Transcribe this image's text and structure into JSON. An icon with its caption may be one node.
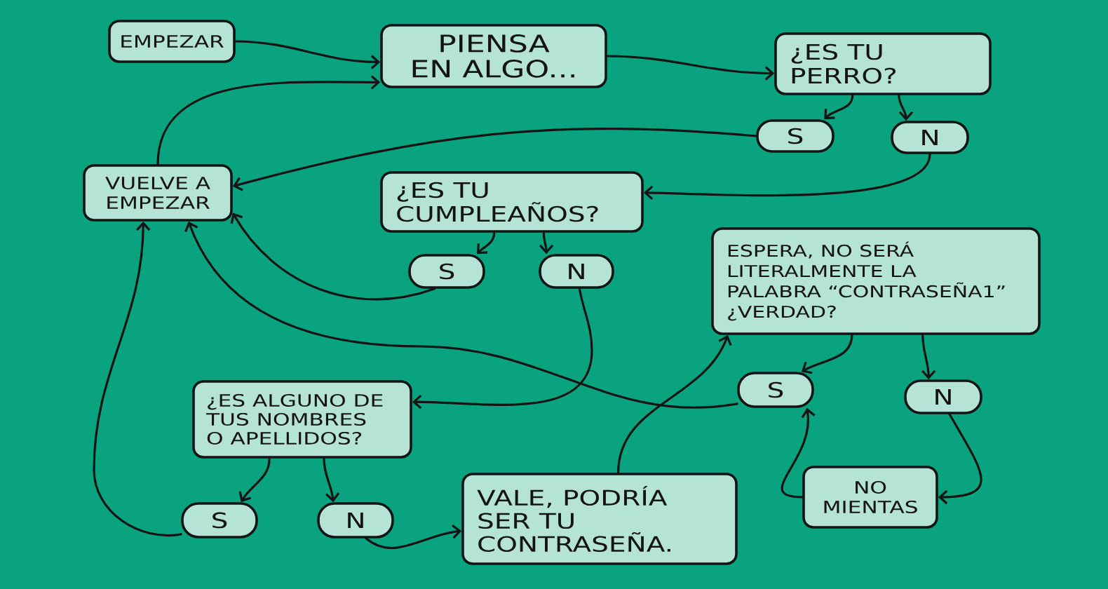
{
  "diagram": {
    "nodes": [
      {
        "text": [
          "EMPEZAR"
        ]
      },
      {
        "text": [
          "PIENSA EN ALGO..."
        ]
      },
      {
        "text": [
          "¿ES TU PERRO?"
        ]
      },
      {
        "text": [
          "S"
        ]
      },
      {
        "text": [
          "N"
        ]
      },
      {
        "text": [
          "VUELVE A EMPEZAR"
        ]
      },
      {
        "text": [
          "¿ES TU CUMPLEAÑOS?"
        ]
      },
      {
        "text": [
          "S"
        ]
      },
      {
        "text": [
          "N"
        ]
      },
      {
        "text": [
          "ESPERA, NO SERÁ LITERALMENTE LA PALABRA “CONTRASEÑA1” ¿VERDAD?"
        ]
      },
      {
        "text": [
          "S"
        ]
      },
      {
        "text": [
          "N"
        ]
      },
      {
        "text": [
          "¿ES ALGUNO DE TUS NOMBRES O APELLIDOS?"
        ]
      },
      {
        "text": [
          "NO MIENTAS"
        ]
      },
      {
        "text": [
          "S"
        ]
      },
      {
        "text": [
          "N"
        ]
      },
      {
        "text": [
          "VALE, PODRÍA SER TU CONTRASEÑA."
        ]
      }
    ],
    "edges": [
      {
        "from": 0,
        "to": 1,
        "arrow": "to"
      },
      {
        "from": 5,
        "to": 1,
        "arrow": "to"
      },
      {
        "from": 1,
        "to": 2,
        "arrow": "to"
      },
      {
        "from": 2,
        "to": 3,
        "arrow": "to"
      },
      {
        "from": 2,
        "to": 4,
        "arrow": "to"
      },
      {
        "from": 3,
        "to": 5,
        "arrow": "to"
      },
      {
        "from": 4,
        "to": 6,
        "arrow": "to"
      },
      {
        "from": 6,
        "to": 7,
        "arrow": "to"
      },
      {
        "from": 6,
        "to": 8,
        "arrow": "to"
      },
      {
        "from": 7,
        "to": 5,
        "arrow": "to"
      },
      {
        "from": 10,
        "to": 5,
        "arrow": "to"
      },
      {
        "from": 14,
        "to": 5,
        "arrow": "to"
      },
      {
        "from": 8,
        "to": 12,
        "arrow": "to"
      },
      {
        "from": 12,
        "to": 14,
        "arrow": "to"
      },
      {
        "from": 12,
        "to": 15,
        "arrow": "to"
      },
      {
        "from": 15,
        "to": 16,
        "arrow": "to"
      },
      {
        "from": 16,
        "to": 9,
        "arrow": "to"
      },
      {
        "from": 9,
        "to": 10,
        "arrow": "to"
      },
      {
        "from": 9,
        "to": 11,
        "arrow": "to"
      },
      {
        "from": 11,
        "to": 13,
        "arrow": "to"
      },
      {
        "from": 13,
        "to": 10,
        "arrow": "to"
      }
    ]
  }
}
